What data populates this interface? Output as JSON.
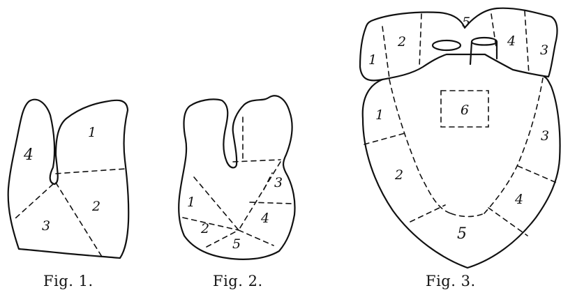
{
  "figures": [
    {
      "caption": "Fig. 1.",
      "labels": [
        "1",
        "2",
        "3",
        "4"
      ]
    },
    {
      "caption": "Fig. 2.",
      "labels": [
        "1",
        "2",
        "3",
        "4",
        "5"
      ]
    },
    {
      "caption": "Fig. 3.",
      "labels": [
        "1",
        "2",
        "3",
        "4",
        "5",
        "1",
        "2",
        "3",
        "4",
        "5",
        "6"
      ]
    }
  ]
}
